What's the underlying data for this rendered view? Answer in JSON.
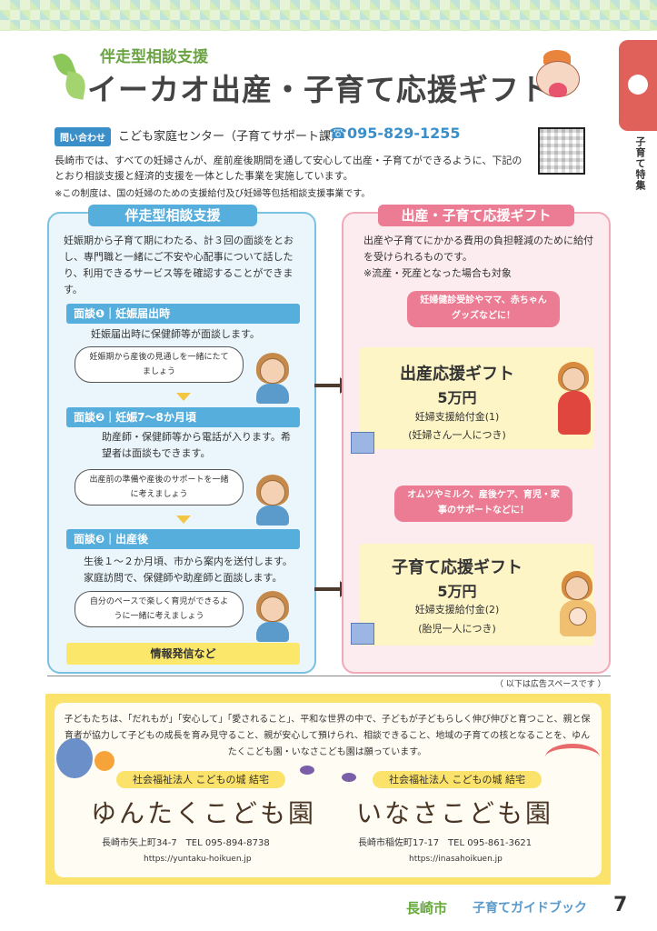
{
  "header": {
    "subtitle": "伴走型相談支援",
    "title": "イーカオ出産・子育て応援ギフト",
    "side_tab_label": "子育て特集"
  },
  "contact": {
    "tag": "問い合わせ",
    "org": "こども家庭センター（子育てサポート課）",
    "tel": "095-829-1255"
  },
  "intro": {
    "text": "長崎市では、すべての妊婦さんが、産前産後期間を通して安心して出産・子育てができるように、下記のとおり相談支援と経済的支援を一体とした事業を実施しています。",
    "note": "※この制度は、国の妊婦のための支援給付及び妊婦等包括相談支援事業です。"
  },
  "left_panel": {
    "header": "伴走型相談支援",
    "description": "妊娠期から子育て期にわたる、計３回の面談をとおし、専門職と一緒にご不安や心配事について話したり、利用できるサービス等を確認することができます。",
    "interviews": [
      {
        "label": "面談❶｜妊娠届出時",
        "detail": "妊娠届出時に保健師等が面談します。",
        "bubble": "妊娠期から産後の見通しを一緒にたてましょう"
      },
      {
        "label": "面談❷｜妊娠7～8か月頃",
        "detail": "助産師・保健師等から電話が入ります。希望者は面談もできます。",
        "bubble": "出産前の準備や産後のサポートを一緒に考えましょう"
      },
      {
        "label": "面談❸｜出産後",
        "detail": "生後１～２か月頃、市から案内を送付します。家庭訪問で、保健師や助産師と面談します。",
        "bubble": "自分のペースで楽しく育児ができるように一緒に考えましょう"
      }
    ],
    "info_bar": "情報発信など"
  },
  "right_panel": {
    "header": "出産・子育て応援ギフト",
    "description": "出産や子育てにかかる費用の負担軽減のために給付を受けられるものです。",
    "note": "※流産・死産となった場合も対象",
    "gifts": [
      {
        "pill": "妊婦健診受診やママ、赤ちゃんグッズなどに！",
        "title": "出産応援ギフト",
        "amount": "5万円",
        "sub1": "妊婦支援給付金(1)",
        "sub2": "(妊婦さん一人につき)"
      },
      {
        "pill": "オムツやミルク、産後ケア、育児・家事のサポートなどに！",
        "title": "子育て応援ギフト",
        "amount": "5万円",
        "sub1": "妊婦支援給付金(2)",
        "sub2": "(胎児一人につき)"
      }
    ]
  },
  "ad": {
    "notice": "（ 以下は広告スペースです ）",
    "text": "子どもたちは、「だれもが」「安心して」「愛されること」、平和な世界の中で、子どもが子どもらしく伸び伸びと育つこと、親と保育者が協力して子どもの成長を育み見守ること、親が安心して預けられ、相談できること、地域の子育ての核となることを、ゆんたくこども園・いなさこども園は願っています。",
    "schools": [
      {
        "org": "社会福祉法人 こどもの城 結宅",
        "name": "ゆんたくこども園",
        "address": "長崎市矢上町34-7　TEL 095-894-8738",
        "url": "https://yuntaku-hoikuen.jp"
      },
      {
        "org": "社会福祉法人 こどもの城 結宅",
        "name": "いなさこども園",
        "address": "長崎市稲佐町17-17　TEL 095-861-3621",
        "url": "https://inasahoikuen.jp"
      }
    ]
  },
  "footer": {
    "brand": "長崎市",
    "guide": "子育てガイドブック",
    "page": "7"
  }
}
